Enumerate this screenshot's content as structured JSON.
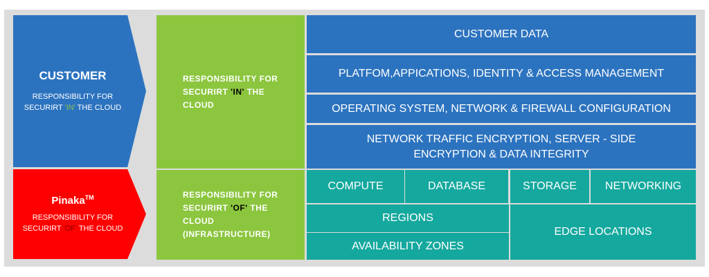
{
  "customer": {
    "title": "CUSTOMER",
    "line1": "RESPONSIBILITY FOR",
    "line2_pre": "SECURIRT ",
    "line2_hl": "'IN'",
    "line2_post": " THE CLOUD"
  },
  "pinaka": {
    "title": "Pinaka",
    "tm": "TM",
    "line1": "RESPONSIBILITY FOR",
    "line2_pre": "SECURIRT ",
    "line2_hl": "'OF'",
    "line2_post": " THE CLOUD"
  },
  "green_top": {
    "line1": "RESPONSIBILITY FOR",
    "line2_pre": "SECURIRT ",
    "line2_hl": "'IN'",
    "line2_post": " THE",
    "line3": "CLOUD"
  },
  "green_bottom": {
    "line1": "RESPONSIBILITY FOR",
    "line2_pre": "SECURIRT ",
    "line2_hl": "'OF'",
    "line2_post": " THE",
    "line3": "CLOUD",
    "line4": "(INFRASTRUCTURE)"
  },
  "customer_layers": {
    "customer_data": "CUSTOMER DATA",
    "platform": "PLATFOM,APPICATIONS, IDENTITY & ACCESS MANAGEMENT",
    "os": "OPERATING SYSTEM, NETWORK & FIREWALL CONFIGURATION",
    "encryption_line1": "NETWORK TRAFFIC ENCRYPTION, SERVER - SIDE",
    "encryption_line2": "ENCRYPTION & DATA INTEGRITY"
  },
  "infra_layers": {
    "compute": "COMPUTE",
    "database": "DATABASE",
    "storage": "STORAGE",
    "networking": "NETWORKING",
    "regions": "REGIONS",
    "availability_zones": "AVAILABILITY ZONES",
    "edge_locations": "EDGE LOCATIONS"
  },
  "colors": {
    "customer_blue": "#2c73bf",
    "pinaka_red": "#ff0000",
    "green": "#8cc63f",
    "teal": "#15a89e"
  }
}
